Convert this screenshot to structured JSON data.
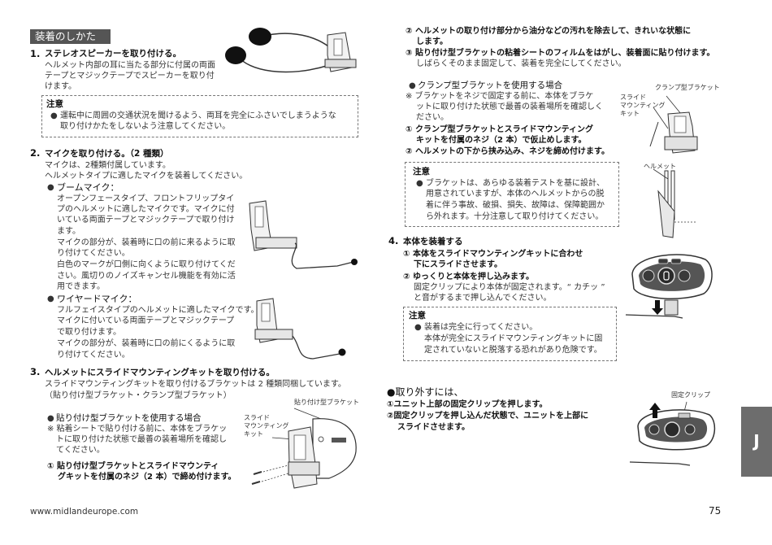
{
  "title": "装着のしかた",
  "s1": {
    "num": "1.",
    "head": "ステレオスピーカーを取り付ける。",
    "lines": [
      "ヘルメット内部の耳に当たる部分に付属の両面",
      "テープとマジックテープでスピーカーを取り付",
      "けます。"
    ]
  },
  "note1": {
    "title": "注意",
    "lines": [
      "運転中に周囲の交通状況を聞けるよう、両耳を完全にふさいでしまうような",
      "取り付けかたをしないよう注意してください。"
    ]
  },
  "s2": {
    "num": "2.",
    "head": "マイクを取り付ける。（2 種類）",
    "intro": [
      "マイクは、2種類付属しています。",
      "ヘルメットタイプに適したマイクを装着してください。"
    ],
    "boom_head": "ブームマイク：",
    "boom_lines": [
      "オープンフェースタイプ、フロントフリップタイ",
      "プのヘルメットに適したマイクです。マイクに付",
      "いている両面テープとマジックテープで取り付け",
      "ます。",
      "マイクの部分が、装着時に口の前に来るように取",
      "り付けてください。",
      "白色のマークが口側に向くように取り付けてくだ",
      "さい。風切りのノイズキャンセル機能を有効に活",
      "用できます。"
    ],
    "wired_head": "ワイヤードマイク：",
    "wired_lines": [
      "フルフェイスタイプのヘルメットに適したマイクです。",
      "マイクに付いている両面テープとマジックテープ",
      "で取り付けます。",
      "マイクの部分が、装着時に口の前にくるように取",
      "り付けてください。"
    ]
  },
  "s3": {
    "num": "3.",
    "head": "ヘルメットにスライドマウンティングキットを取り付ける。",
    "lines": [
      "スライドマウンティングキットを取り付けるブラケットは 2 種類同梱しています。",
      "（貼り付け型ブラケット・クランプ型ブラケット）"
    ],
    "adhesive_head": "貼り付け型ブラケットを使用する場合",
    "adhesive_note": [
      "※ 粘着シートで貼り付ける前に、本体をブラケッ",
      "トに取り付けた状態で最善の装着場所を確認し",
      "てください。"
    ],
    "step1": [
      "① 貼り付け型ブラケットとスライドマウンティ",
      "グキットを付属のネジ（2 本）で締め付けます。"
    ],
    "label_slide": [
      "スライド",
      "マウンティング",
      "キット"
    ],
    "label_adhesive": "貼り付け型ブラケット"
  },
  "right": {
    "step2": [
      "② ヘルメットの取り付け部分から油分などの汚れを除去して、きれいな状態に",
      "します。"
    ],
    "step3": [
      "③ 貼り付け型ブラケットの粘着シートのフィルムをはがし、装着面に貼り付けます。",
      "しばらくそのまま固定して、装着を完全にしてください。"
    ],
    "clamp_head": "クランプ型ブラケットを使用する場合",
    "clamp_note": [
      "※ ブラケットをネジで固定する前に、本体をブラケ",
      "ットに取り付けた状態で最善の装着場所を確認しく",
      "ださい。"
    ],
    "clamp_step1": [
      "① クランプ型ブラケットとスライドマウンティング",
      "キットを付属のネジ（2 本）で仮止めします。"
    ],
    "clamp_step2": "② ヘルメットの下から挟み込み、ネジを締め付けます。",
    "label_clamp": "クランプ型ブラケット",
    "label_slide": [
      "スライド",
      "マウンティング",
      "キット"
    ],
    "label_helmet": "ヘルメット",
    "note2_title": "注意",
    "note2_lines": [
      "ブラケットは、あらゆる装着テストを基に設計、",
      "用意されていますが、本体のヘルメットからの脱",
      "着に伴う事故、破損、損失、故障は、保障範囲か",
      "ら外れます。十分注意して取り付けてください。"
    ]
  },
  "s4": {
    "num": "4.",
    "head": "本体を装着する",
    "step1": [
      "① 本体をスライドマウンティングキットに合わせ",
      "下にスライドさせます。"
    ],
    "step2": [
      "② ゆっくりと本体を押し込みます。",
      "固定クリップにより本体が固定されます。“ カチッ ”",
      "と音がするまで押し込んでください。"
    ],
    "note3_title": "注意",
    "note3_lines": [
      "装着は完全に行ってください。",
      "本体が完全にスライドマウンティングキットに固",
      "定されていないと脱落する恐れがあり危険です。"
    ]
  },
  "removal": {
    "head": "●取り外すには、",
    "lines": [
      "①ユニット上部の固定クリップを押します。",
      "②固定クリップを押し込んだ状態で、ユニットを上部に",
      "スライドさせます。"
    ],
    "label_clip": "固定クリップ"
  },
  "footer": {
    "url": "www.midlandeurope.com",
    "page": "75"
  },
  "side_tab": "J"
}
